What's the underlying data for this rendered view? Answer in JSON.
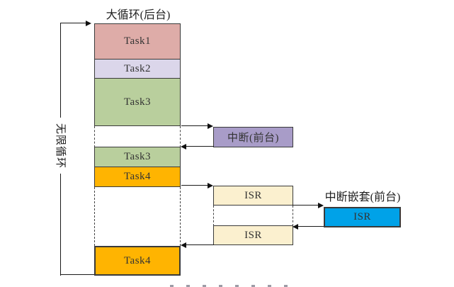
{
  "figure": {
    "title": "大循环(后台)",
    "loop_label": "无限循环",
    "column": {
      "tasks": [
        {
          "label": "Task1",
          "color": "#DEACA8"
        },
        {
          "label": "Task2",
          "color": "#DBD6EA"
        },
        {
          "label": "Task3",
          "color": "#B9CF9D"
        },
        {
          "label": "Task3",
          "color": "#B9CF9D"
        },
        {
          "label": "Task4",
          "color": "#FFB401"
        },
        {
          "label": "Task4",
          "color": "#FFB401"
        }
      ]
    },
    "foreground": {
      "interrupt_label": "中断(前台)",
      "interrupt_color": "#A89CC8",
      "isrs": [
        {
          "label": "ISR",
          "color": "#FBF0CF"
        },
        {
          "label": "ISR",
          "color": "#FBF0CF"
        }
      ],
      "nested_title": "中断嵌套(前台)",
      "nested_isr": {
        "label": "ISR",
        "color": "#00A2E8"
      }
    },
    "line_color": "#1a1a1a"
  }
}
